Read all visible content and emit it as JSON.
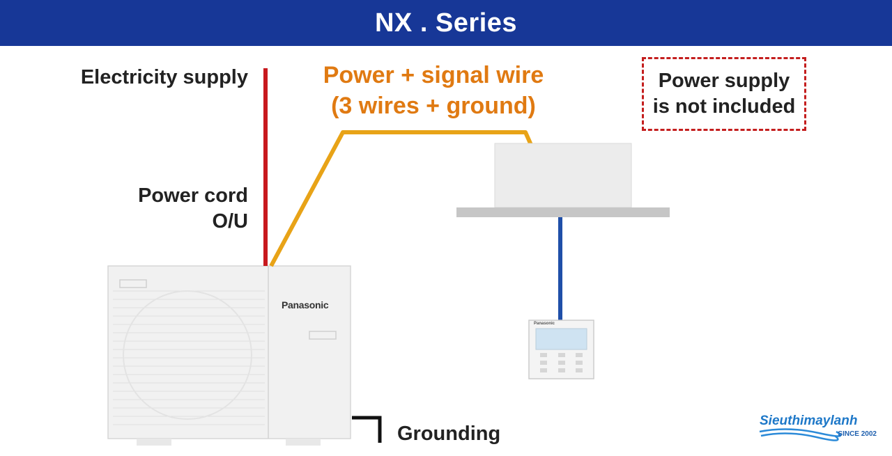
{
  "header": {
    "title": "NX . Series"
  },
  "labels": {
    "electricity_supply": "Electricity supply",
    "power_cord_line1": "Power cord",
    "power_cord_line2": "O/U",
    "signal_wire_line1": "Power + signal wire",
    "signal_wire_line2": "(3 wires + ground)",
    "power_supply_line1": "Power supply",
    "power_supply_line2": "is not included",
    "grounding": "Grounding"
  },
  "devices": {
    "outdoor_unit_brand": "Panasonic",
    "remote_brand": "Panasonic"
  },
  "watermark": {
    "name": "Sieuthimaylanh",
    "since": "SINCE 2002"
  },
  "colors": {
    "header_bg": "#173797",
    "power_wire": "#C8191E",
    "signal_wire": "#E8A317",
    "remote_wire": "#1F4FA8",
    "dashed_border": "#C41E1E",
    "signal_label": "#E07A12"
  }
}
